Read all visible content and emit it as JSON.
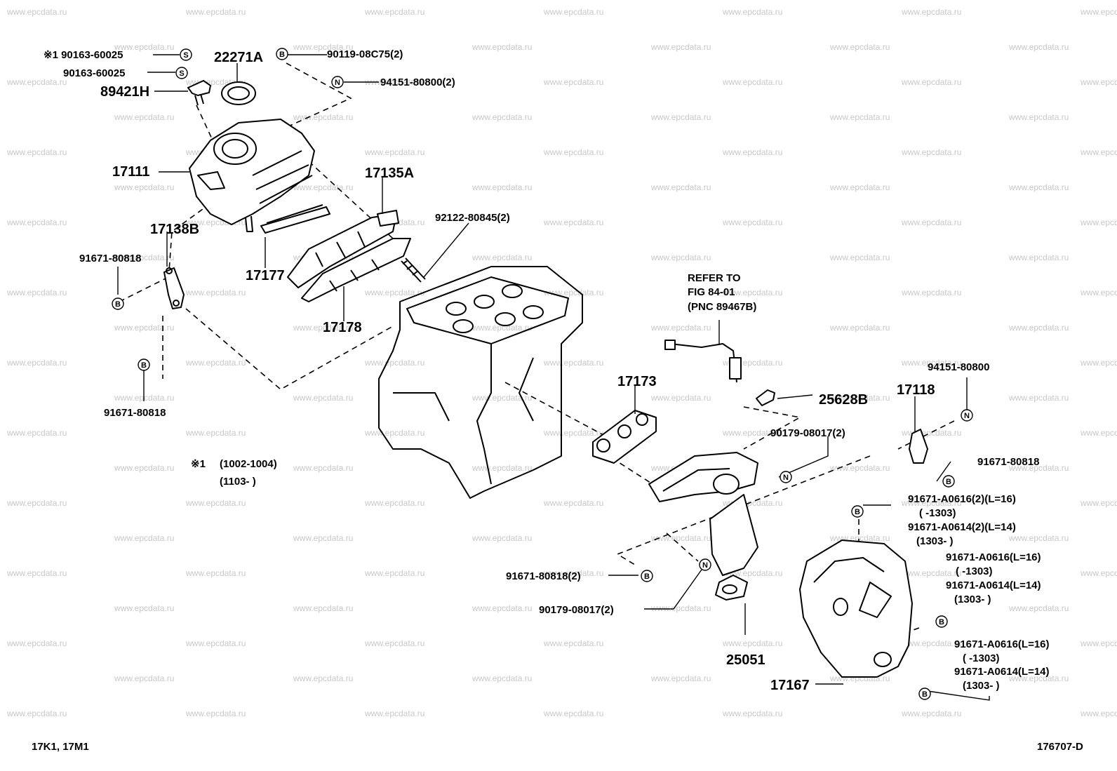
{
  "watermark": "www.epcdata.ru",
  "footer": {
    "left": "17K1, 17M1",
    "right": "176707-D"
  },
  "note": {
    "ref": "※1",
    "line1": "(1002-1004)",
    "line2": "(1103-      )"
  },
  "refer": {
    "line1": "REFER TO",
    "line2": "FIG 84-01",
    "line3": "(PNC 89467B)"
  },
  "symbols": {
    "bolt": "B",
    "nut": "N",
    "screw": "S"
  },
  "labels": {
    "p_90163_mark": "※1 90163-60025",
    "p_90163": "90163-60025",
    "p_89421H": "89421H",
    "p_22271A": "22271A",
    "p_90119": "90119-08C75(2)",
    "p_94151_2": "94151-80800(2)",
    "p_17111": "17111",
    "p_17135A": "17135A",
    "p_17138B": "17138B",
    "p_91671_80818_a": "91671-80818",
    "p_91671_80818_b": "91671-80818",
    "p_17177": "17177",
    "p_17178": "17178",
    "p_92122": "92122-80845(2)",
    "p_17173": "17173",
    "p_25628B": "25628B",
    "p_94151": "94151-80800",
    "p_17118": "17118",
    "p_90179_a": "90179-08017(2)",
    "p_91671_80818_c": "91671-80818",
    "a0616_2": "91671-A0616(2)(L=16)",
    "a0616_2_rng": "(      -1303)",
    "a0614_2": "91671-A0614(2)(L=14)",
    "a0614_2_rng": "(1303-      )",
    "a0616_b": "91671-A0616(L=16)",
    "a0616_b_rng": "(      -1303)",
    "a0614_b": "91671-A0614(L=14)",
    "a0614_b_rng": "(1303-      )",
    "a0616_c": "91671-A0616(L=16)",
    "a0616_c_rng": "(      -1303)",
    "a0614_c": "91671-A0614(L=14)",
    "a0614_c_rng": "(1303-      )",
    "p_91671_80818_2": "91671-80818(2)",
    "p_90179_b": "90179-08017(2)",
    "p_25051": "25051",
    "p_17167": "17167"
  }
}
